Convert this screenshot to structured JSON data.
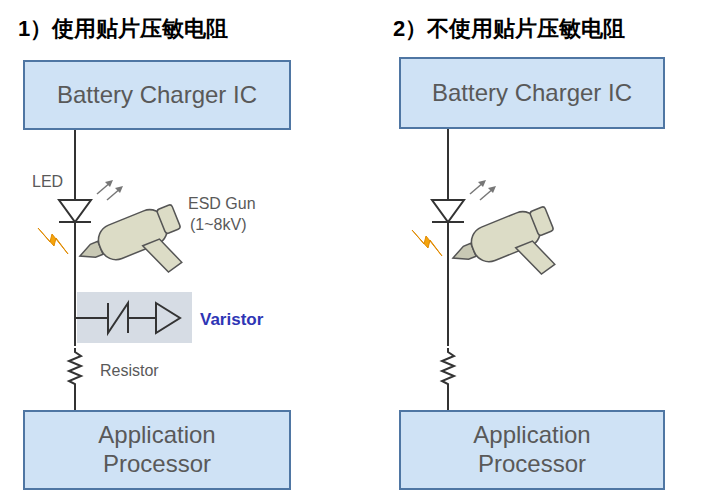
{
  "diagram": {
    "nodes": [
      {
        "text": [
          "Battery Charger IC"
        ]
      },
      {
        "text": [
          "Application Processor"
        ]
      },
      {
        "text": [
          "Battery Charger IC"
        ]
      },
      {
        "text": [
          "Application Processor"
        ]
      }
    ],
    "edges": [
      {
        "from": 0,
        "to": 1,
        "arrow": "none"
      },
      {
        "from": 2,
        "to": 3,
        "arrow": "none"
      }
    ],
    "labels": [
      "1）使用贴片压敏电阻",
      "2）不使用贴片压敏电阻",
      "LED",
      "ESD Gun",
      "(1~8kV)",
      "Varistor",
      "Resistor"
    ]
  }
}
